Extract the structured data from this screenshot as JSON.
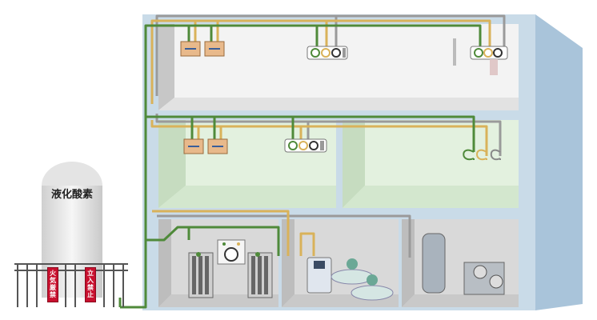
{
  "tank": {
    "label": "液化酸素"
  },
  "signs": {
    "left": "火気厳禁",
    "right": "立入禁止"
  },
  "colors": {
    "building": "#c9dbe8",
    "building_side": "#a9c4da",
    "room_white": "#f3f3f3",
    "room_green": "#e3f1df",
    "room_grey": "#d9d9d9",
    "pipe_green": "#4f8a3a",
    "pipe_yellow": "#d9b25a",
    "pipe_grey": "#9a9a9a",
    "sign_red": "#c8102e"
  },
  "icons": [
    "valve-box-icon",
    "gauge-panel-icon",
    "gas-cylinder-icon",
    "compressor-icon",
    "vacuum-tank-icon",
    "flowmeter-icon",
    "liquid-oxygen-tank-icon"
  ]
}
